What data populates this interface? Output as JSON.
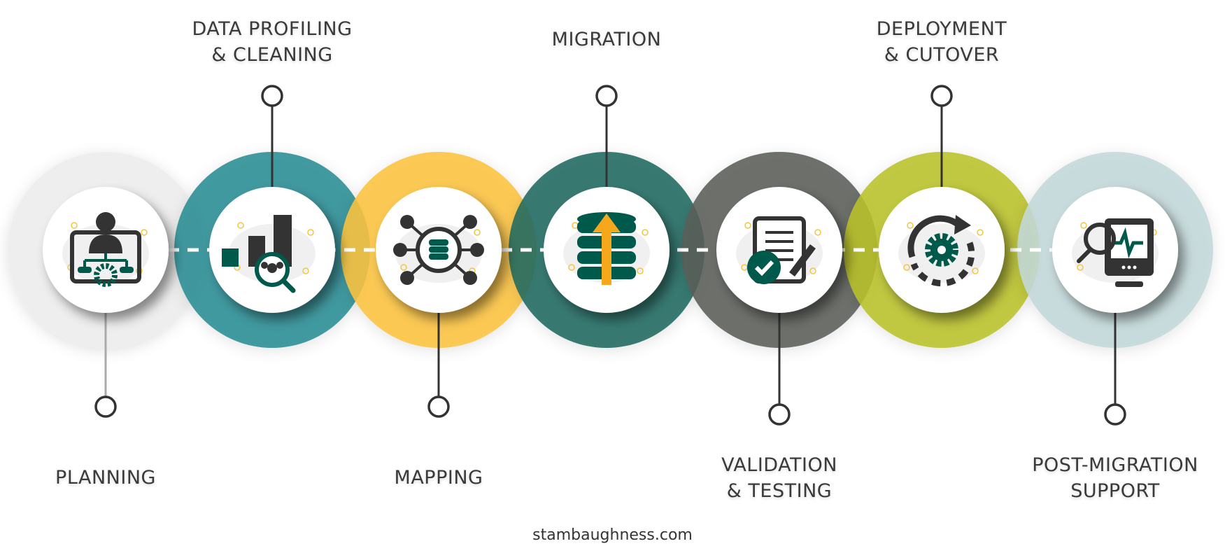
{
  "steps": [
    {
      "label": "PLANNING",
      "position": "bottom",
      "color": "#eeeeee",
      "icon": "manager-hierarchy-gear-icon"
    },
    {
      "label": "DATA PROFILING\n& CLEANING",
      "position": "top",
      "color": "#2a8d94",
      "icon": "bar-chart-magnifier-people-icon"
    },
    {
      "label": "MAPPING",
      "position": "bottom",
      "color": "#fcc33f",
      "icon": "database-network-nodes-icon"
    },
    {
      "label": "MIGRATION",
      "position": "top",
      "color": "#1e6a60",
      "icon": "database-upload-arrow-icon"
    },
    {
      "label": "VALIDATION\n& TESTING",
      "position": "bottom",
      "color": "#5b5d59",
      "icon": "clipboard-check-pencil-icon"
    },
    {
      "label": "DEPLOYMENT\n& CUTOVER",
      "position": "top",
      "color": "#b9c229",
      "icon": "gear-cycle-arrow-icon"
    },
    {
      "label": "POST-MIGRATION\nSUPPORT",
      "position": "bottom",
      "color": "#c3d8da",
      "icon": "monitor-magnifier-pulse-icon"
    }
  ],
  "colors": {
    "icon_dark": "#333333",
    "icon_green": "#005a4c",
    "arrow_orange": "#f5a81c",
    "pin": "#333333"
  },
  "footer": "stambaughness.com"
}
